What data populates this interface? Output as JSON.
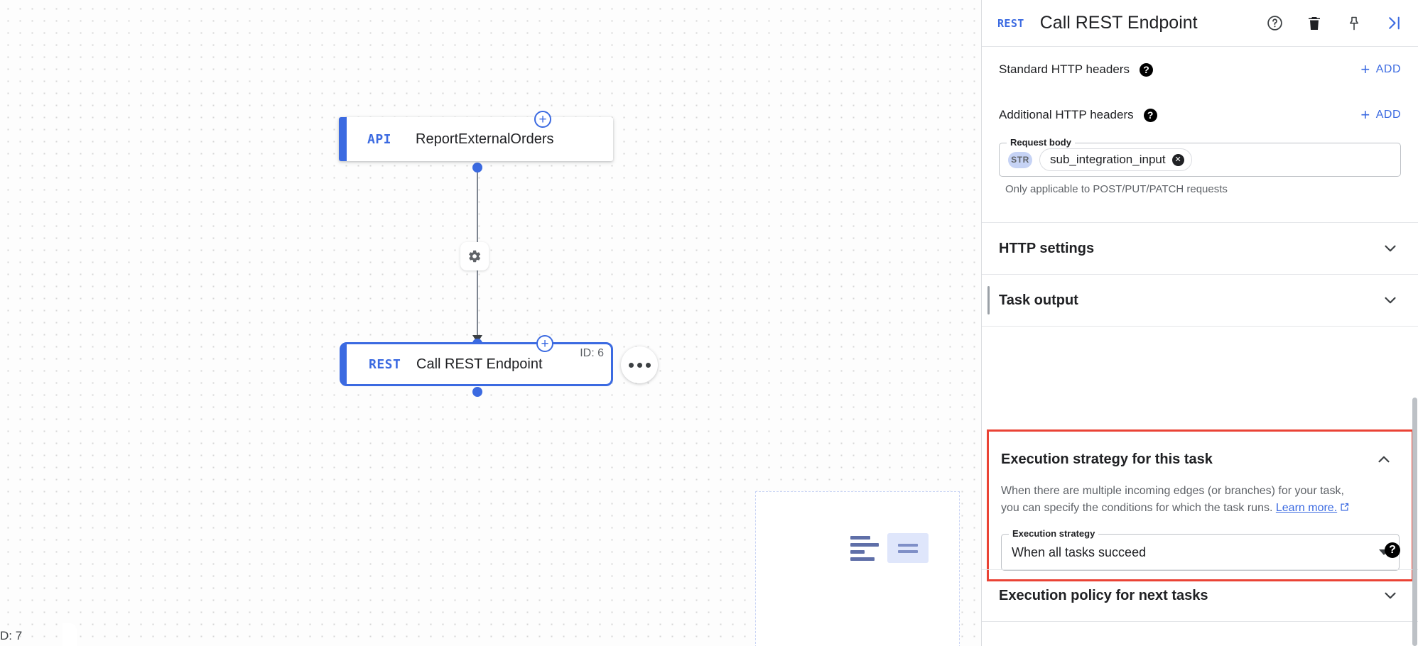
{
  "canvas": {
    "nodes": [
      {
        "type_badge": "API",
        "title": "ReportExternalOrders",
        "id_label": ""
      },
      {
        "type_badge": "REST",
        "title": "Call REST Endpoint",
        "id_label": "ID: 6"
      }
    ],
    "add_node_label": "+",
    "edge_gear_icon": "gear-icon",
    "more_menu_icon": "more-horizontal-icon",
    "footnote": "D: 7"
  },
  "panel": {
    "header": {
      "type_badge": "REST",
      "title": "Call REST Endpoint",
      "help_icon": "help-circle-icon",
      "delete_icon": "trash-icon",
      "pin_icon": "pin-icon",
      "collapse_icon": "collapse-panel-icon"
    },
    "standard_headers": {
      "label": "Standard HTTP headers",
      "help_icon": "help-icon",
      "add_label": "ADD",
      "add_plus": "+"
    },
    "additional_headers": {
      "label": "Additional HTTP headers",
      "help_icon": "help-icon",
      "add_label": "ADD",
      "add_plus": "+"
    },
    "request_body": {
      "legend": "Request body",
      "type_chip": "STR",
      "value": "sub_integration_input",
      "clear_icon": "✕",
      "hint": "Only applicable to POST/PUT/PATCH requests"
    },
    "sections": [
      {
        "title": "HTTP settings",
        "state": "collapsed",
        "chevron": "chevron-down-icon"
      },
      {
        "title": "Task output",
        "state": "collapsed",
        "chevron": "chevron-down-icon"
      },
      {
        "title": "Execution policy for next tasks",
        "state": "collapsed",
        "chevron": "chevron-down-icon"
      }
    ],
    "execution_strategy": {
      "title": "Execution strategy for this task",
      "state": "expanded",
      "chevron": "chevron-up-icon",
      "description_line1": "When there are multiple incoming edges (or branches) for your task,",
      "description_line2": "you can specify the conditions for which the task runs.",
      "learn_more": "Learn more.",
      "field_legend": "Execution strategy",
      "selected_value": "When all tasks succeed",
      "help_icon": "help-icon",
      "highlight_color": "#ea4335"
    }
  },
  "colors": {
    "accent_blue": "#3b6ae1",
    "highlight_red": "#ea4335",
    "text_primary": "#202124",
    "text_secondary": "#5f6368"
  }
}
